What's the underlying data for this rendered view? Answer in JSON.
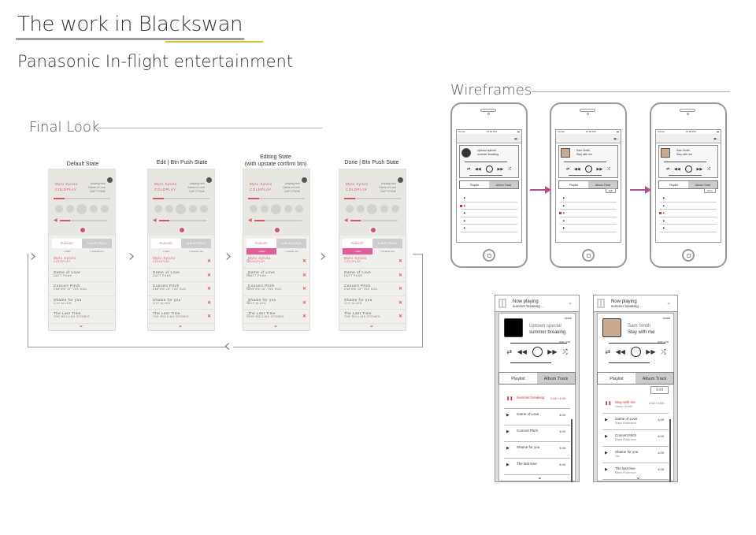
{
  "header": {
    "title": "The work in Blackswan",
    "subtitle": "Panasonic In-flight entertainment"
  },
  "sections": {
    "final_look": "Final Look",
    "wireframes": "Wireframes"
  },
  "states": [
    {
      "label": "Default State"
    },
    {
      "label": "Edit | Btn Push State"
    },
    {
      "label": "Editing State\n(with upstate confirm btn)"
    },
    {
      "label": "Done | Btn Push State"
    }
  ],
  "player": {
    "now_title": "Mylo Xyloto",
    "now_artist": "COLDPLAY",
    "next_label": "playing next",
    "next_title": "Game of Love",
    "next_artist": "DAFT PUNK",
    "tab_playlist": "PLAYLIST",
    "tab_album": "ALBUM TRACK",
    "sub_left": "+ ADD",
    "sub_right": "× CLEAR ALL",
    "tracks": [
      {
        "title": "Mylo Xyloto",
        "artist": "COLDPLAY"
      },
      {
        "title": "Game of Love",
        "artist": "DAFT PUNK"
      },
      {
        "title": "Concert Pitch",
        "artist": "EMPIRE OF THE SUN"
      },
      {
        "title": "Shame for you",
        "artist": "LILY ALLEN"
      },
      {
        "title": "The Last Time",
        "artist": "THE ROLLING STONES"
      }
    ]
  },
  "phones": [
    {
      "carrier": "Carrier",
      "time": "12:00 PM",
      "card_title": "Uptown special",
      "card_sub": "summer breaking",
      "tab1": "Playlist",
      "tab2": "Album Track"
    },
    {
      "carrier": "Carrier",
      "time": "12:00 PM",
      "card_title": "Sam Smith",
      "card_sub": "Stay with me",
      "tab1": "Playlist",
      "tab2": "Album Track",
      "edit": "Edit"
    },
    {
      "carrier": "Carrier",
      "time": "12:00 PM",
      "card_title": "Sam Smith",
      "card_sub": "Stay with me",
      "tab1": "Playlist",
      "tab2": "Album Track",
      "edit": "Done"
    }
  ],
  "wireframe_large_left": {
    "now_playing": "Now playing",
    "now_sub": "summer breaking ...",
    "close": "close",
    "title": "Uptown special",
    "subtitle": "summer breaking",
    "time": "0:00 / 4:00",
    "tab1": "Playlist",
    "tab2": "Album Track",
    "tracks": [
      {
        "name": "Summer breaking",
        "time": "2:42 / 4:00"
      },
      {
        "name": "Game of Love",
        "time": "4:00"
      },
      {
        "name": "Concert Pitch",
        "time": "4:00"
      },
      {
        "name": "Shame for you",
        "time": "4:00"
      },
      {
        "name": "The last time",
        "time": "4:00"
      }
    ]
  },
  "wireframe_large_right": {
    "now_playing": "Now playing",
    "now_sub": "summer breaking ...",
    "close": "close",
    "title": "Sam Smith",
    "subtitle": "Stay with me",
    "time": "0:00 / 4:00",
    "tab1": "Playlist",
    "tab2": "Album Track",
    "edit": "Edit",
    "tracks": [
      {
        "name": "Stay with me",
        "artist": "Samo Smith",
        "time": "2:42 / 4:00"
      },
      {
        "name": "Game of Love",
        "artist": "Mark Robinson",
        "time": "4:00"
      },
      {
        "name": "Concert Pitch",
        "artist": "Mark Robinson",
        "time": "4:00"
      },
      {
        "name": "Shame for you",
        "artist": "Sia",
        "time": "4:00"
      },
      {
        "name": "The last time",
        "artist": "Mark Robinson",
        "time": "4:00"
      }
    ]
  },
  "colors": {
    "accent": "#d9506c",
    "arrow": "#b44f95",
    "title_underline": "#d4c23a"
  }
}
